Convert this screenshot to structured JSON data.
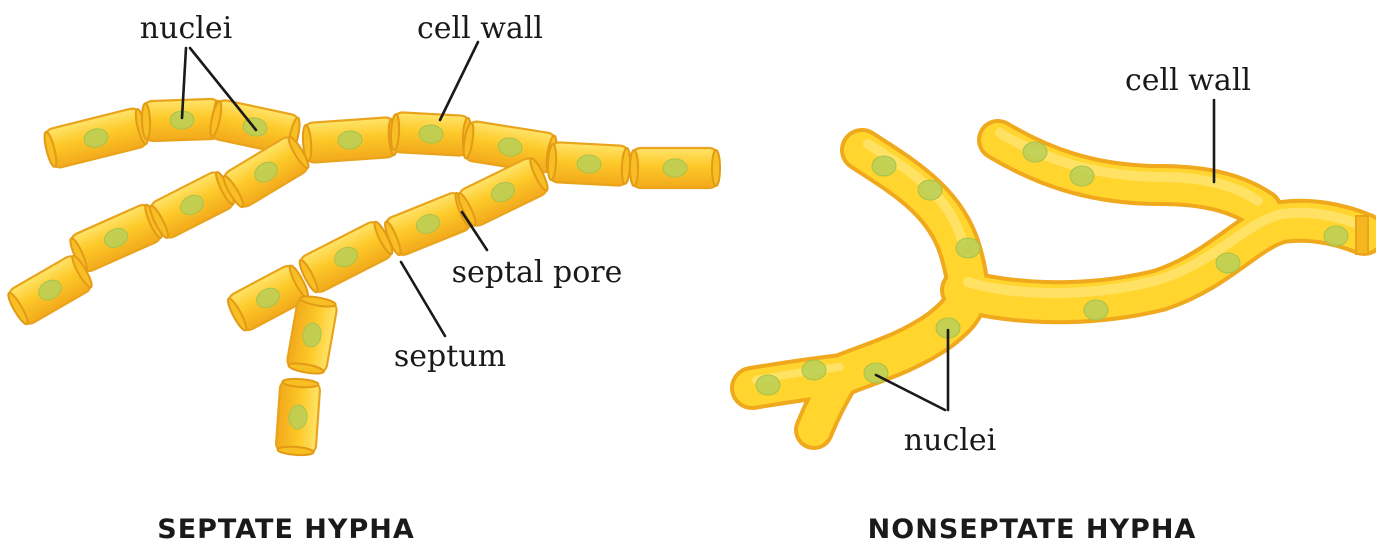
{
  "septate": {
    "title": "SEPTATE HYPHA",
    "labels": {
      "nuclei": "nuclei",
      "cell_wall": "cell wall",
      "septal_pore": "septal pore",
      "septum": "septum"
    }
  },
  "nonseptate": {
    "title": "NONSEPTATE HYPHA",
    "labels": {
      "cell_wall": "cell wall",
      "nuclei": "nuclei"
    }
  },
  "colors": {
    "hypha_fill": "#fcc82a",
    "hypha_edge": "#e9a41c",
    "nucleus": "#b9cf57"
  }
}
